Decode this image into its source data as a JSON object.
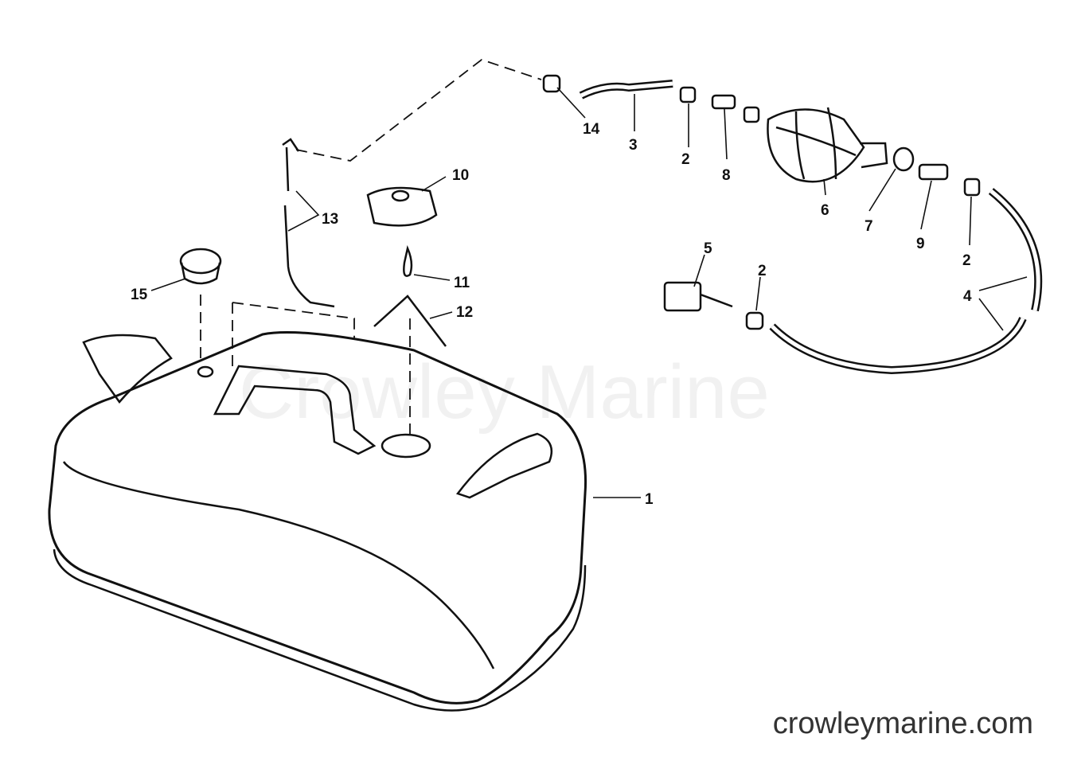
{
  "watermark": "Crowley Marine",
  "footer": "crowleymarine.com",
  "callouts": [
    {
      "id": "c14",
      "text": "14"
    },
    {
      "id": "c3",
      "text": "3"
    },
    {
      "id": "c2a",
      "text": "2"
    },
    {
      "id": "c8",
      "text": "8"
    },
    {
      "id": "c10",
      "text": "10"
    },
    {
      "id": "c6",
      "text": "6"
    },
    {
      "id": "c7",
      "text": "7"
    },
    {
      "id": "c9",
      "text": "9"
    },
    {
      "id": "c2b",
      "text": "2"
    },
    {
      "id": "c13",
      "text": "13"
    },
    {
      "id": "c11",
      "text": "11"
    },
    {
      "id": "c12",
      "text": "12"
    },
    {
      "id": "c15",
      "text": "15"
    },
    {
      "id": "c5",
      "text": "5"
    },
    {
      "id": "c2c",
      "text": "2"
    },
    {
      "id": "c4",
      "text": "4"
    },
    {
      "id": "c1",
      "text": "1"
    }
  ]
}
